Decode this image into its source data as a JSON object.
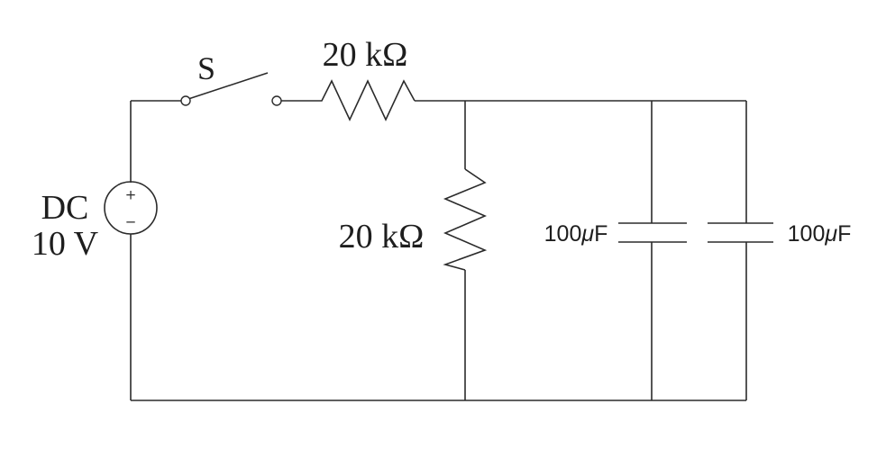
{
  "source": {
    "line1": "DC",
    "line2": "10 V",
    "plus": "+",
    "minus": "−"
  },
  "switch": {
    "label": "S"
  },
  "series_resistor": {
    "label": "20 kΩ"
  },
  "shunt_resistor": {
    "label": "20 kΩ"
  },
  "capacitor_1": {
    "value": "100",
    "unit_mu": "μ",
    "unit_f": "F"
  },
  "capacitor_2": {
    "value": "100",
    "unit_mu": "μ",
    "unit_f": "F"
  },
  "colors": {
    "ink": "#2b2b2b",
    "background": "#ffffff"
  }
}
